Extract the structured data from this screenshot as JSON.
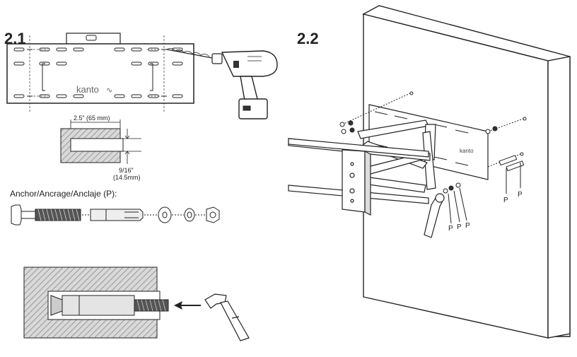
{
  "step_a": "2.1",
  "step_b": "2.2",
  "brand": "kanto",
  "drill_depth": "2.5” (65 mm)",
  "hole_diam_a": "9/16”",
  "hole_diam_b": "(14.5mm)",
  "anchor_label": "Anchor/Ancrage/Anclaje (P):",
  "part_letter": "P"
}
